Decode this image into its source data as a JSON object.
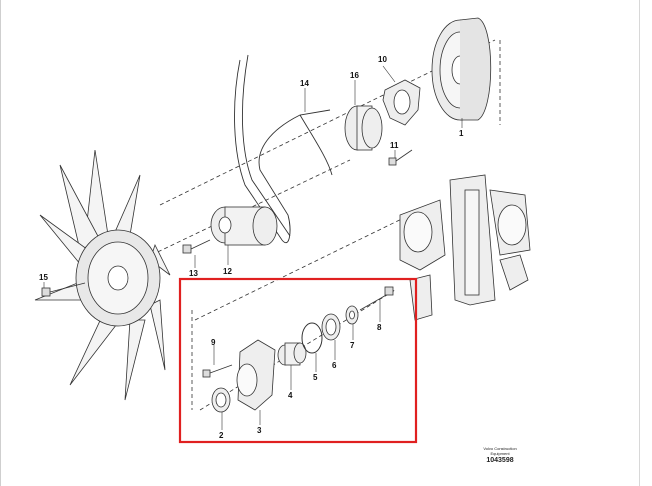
{
  "callouts": [
    {
      "id": "c1",
      "text": "1"
    },
    {
      "id": "c2",
      "text": "2"
    },
    {
      "id": "c3",
      "text": "3"
    },
    {
      "id": "c4",
      "text": "4"
    },
    {
      "id": "c5",
      "text": "5"
    },
    {
      "id": "c6",
      "text": "6"
    },
    {
      "id": "c7",
      "text": "7"
    },
    {
      "id": "c8",
      "text": "8"
    },
    {
      "id": "c9",
      "text": "9"
    },
    {
      "id": "c10",
      "text": "10"
    },
    {
      "id": "c11",
      "text": "11"
    },
    {
      "id": "c12",
      "text": "12"
    },
    {
      "id": "c13",
      "text": "13"
    },
    {
      "id": "c14",
      "text": "14"
    },
    {
      "id": "c15",
      "text": "15"
    },
    {
      "id": "c16",
      "text": "16"
    }
  ],
  "footer": {
    "line1": "Volvo Construction",
    "line2": "Equipment",
    "drawing_number": "1043598"
  },
  "highlight": {
    "color": "#e02020"
  },
  "line_color": "#333333"
}
